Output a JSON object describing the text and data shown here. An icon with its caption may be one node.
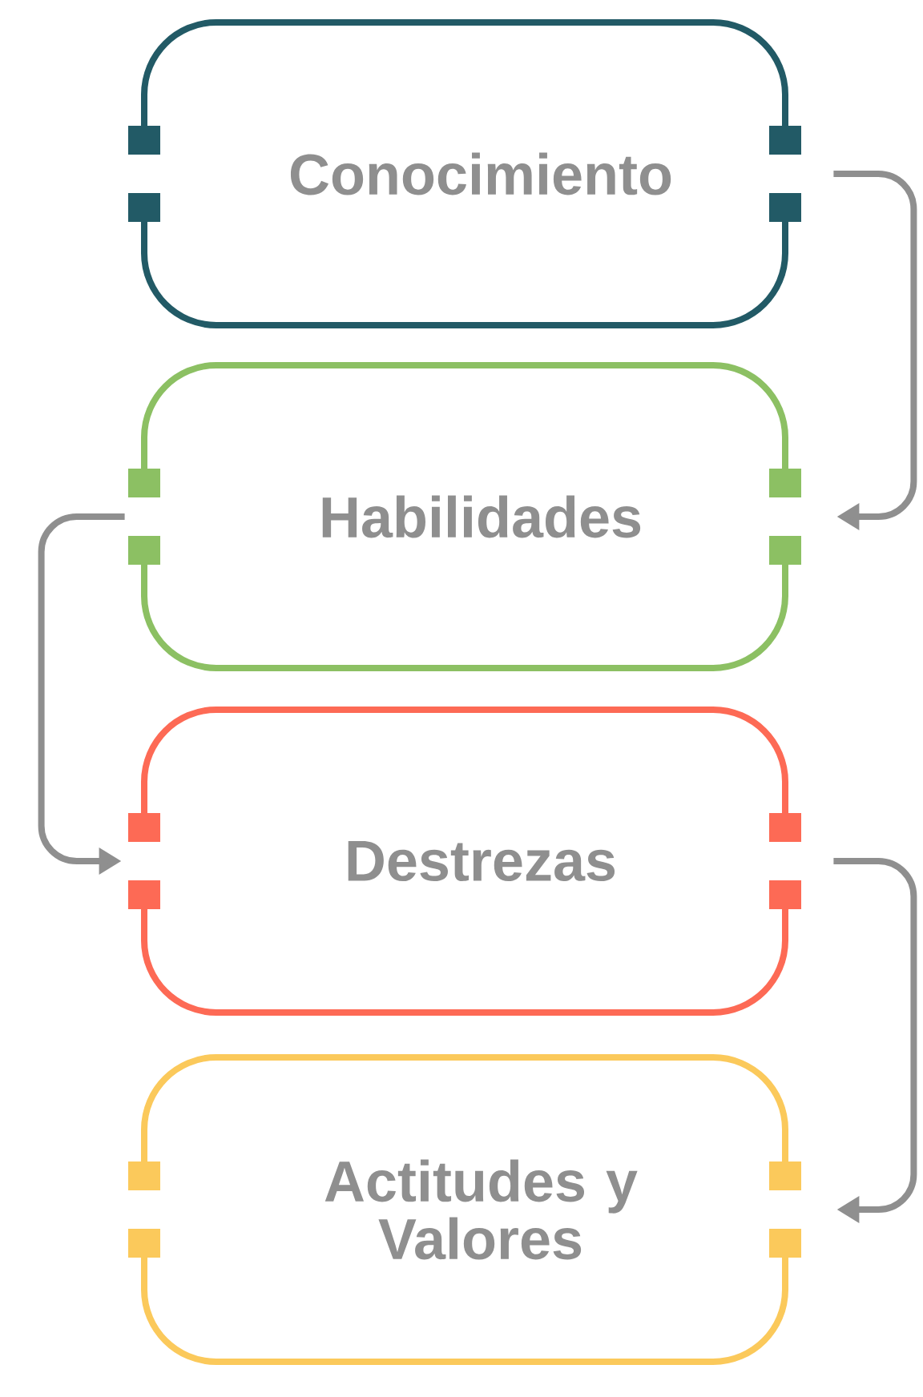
{
  "diagram": {
    "nodes": [
      {
        "text": [
          "Conocimiento"
        ]
      },
      {
        "text": [
          "Habilidades"
        ]
      },
      {
        "text": [
          "Destrezas"
        ]
      },
      {
        "text": [
          "Actitudes y Valores"
        ]
      }
    ],
    "edges": [
      {
        "from": 0,
        "to": 1,
        "arrow": "to"
      },
      {
        "from": 1,
        "to": 2,
        "arrow": "to"
      },
      {
        "from": 2,
        "to": 3,
        "arrow": "to"
      }
    ]
  }
}
